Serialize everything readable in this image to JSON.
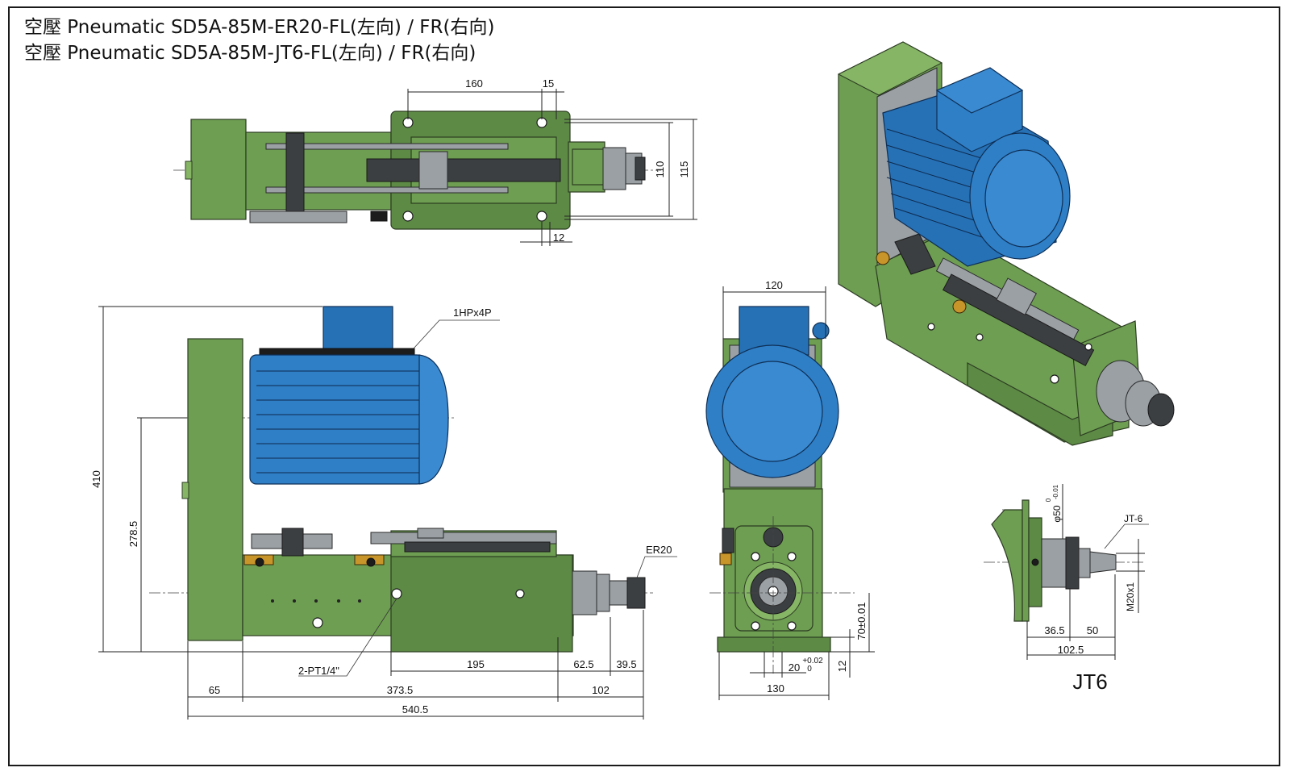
{
  "titles": {
    "line1": "空壓 Pneumatic SD5A-85M-ER20-FL(左向) / FR(右向)",
    "line2": "空壓 Pneumatic SD5A-85M-JT6-FL(左向) / FR(右向)"
  },
  "top_view": {
    "dims": {
      "d160": "160",
      "d15": "15",
      "d110": "110",
      "d115": "115",
      "d12": "12"
    }
  },
  "side_view": {
    "labels": {
      "motor": "1HPx4P",
      "collet": "ER20",
      "port": "2-PT1/4\""
    },
    "dims": {
      "d410": "410",
      "d278_5": "278.5",
      "d195": "195",
      "d62_5": "62.5",
      "d39_5": "39.5",
      "d65": "65",
      "d373_5": "373.5",
      "d102": "102",
      "d540_5": "540.5"
    }
  },
  "front_view": {
    "dims": {
      "d120": "120",
      "d130": "130",
      "d70": "70±0.01",
      "d12": "12",
      "d20": "20",
      "d20_tol_upper": "+0.02",
      "d20_tol_lower": "0"
    }
  },
  "jt6_view": {
    "title": "JT6",
    "labels": {
      "taper": "JT-6",
      "thread": "M20x1",
      "dia": "φ50",
      "dia_tol_upper": "0",
      "dia_tol_lower": "-0.01"
    },
    "dims": {
      "d36_5": "36.5",
      "d50": "50",
      "d102_5": "102.5"
    }
  },
  "colors": {
    "body_green": "#6e9e52",
    "motor_blue": "#2f7fc7",
    "steel": "#9aa0a4"
  }
}
